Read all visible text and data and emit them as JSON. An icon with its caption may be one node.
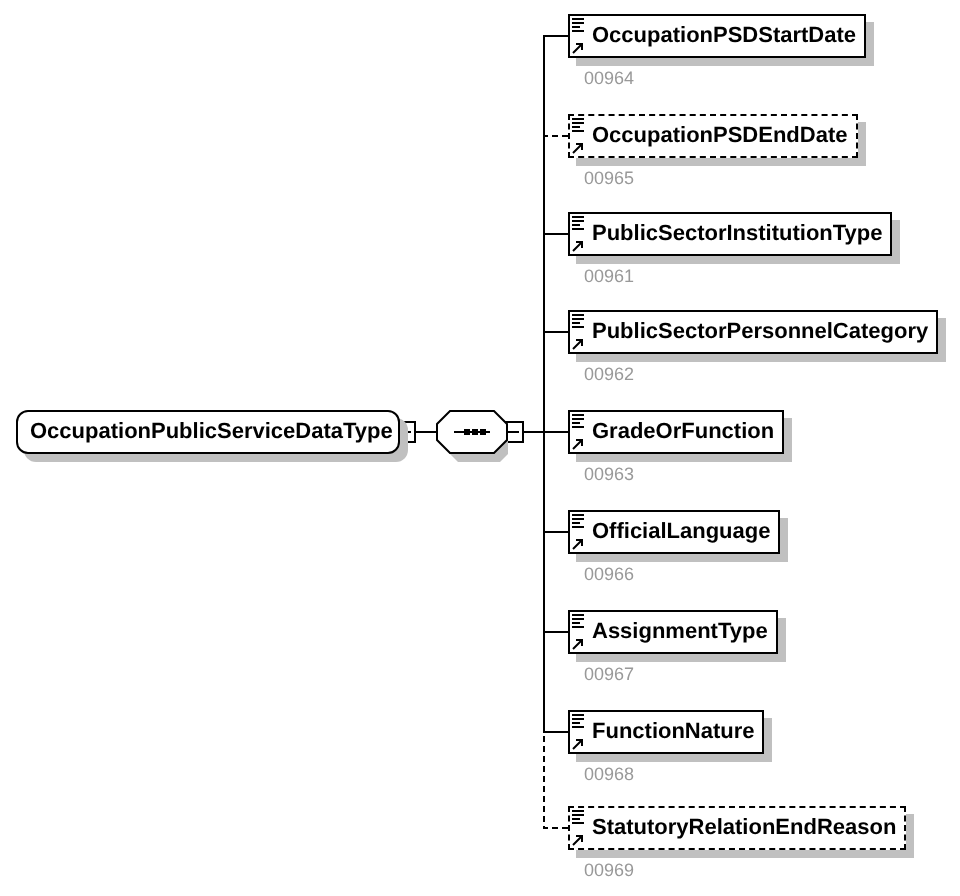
{
  "diagram": {
    "nodes": [
      {
        "text": [
          "OccupationPublicServiceDataType"
        ]
      },
      {
        "text": [],
        "shape": "octagon"
      },
      {
        "text": [
          "OccupationPSDStartDate"
        ],
        "beside": [
          "00964"
        ]
      },
      {
        "text": [
          "OccupationPSDEndDate"
        ],
        "beside": [
          "00965"
        ]
      },
      {
        "text": [
          "PublicSectorInstitutionType"
        ],
        "beside": [
          "00961"
        ]
      },
      {
        "text": [
          "PublicSectorPersonnelCategory"
        ],
        "beside": [
          "00962"
        ]
      },
      {
        "text": [
          "GradeOrFunction"
        ],
        "beside": [
          "00963"
        ]
      },
      {
        "text": [
          "OfficialLanguage"
        ],
        "beside": [
          "00966"
        ]
      },
      {
        "text": [
          "AssignmentType"
        ],
        "beside": [
          "00967"
        ]
      },
      {
        "text": [
          "FunctionNature"
        ],
        "beside": [
          "00968"
        ]
      },
      {
        "text": [
          "StatutoryRelationEndReason"
        ],
        "beside": [
          "00969"
        ]
      }
    ],
    "edges": [
      {
        "from": 0,
        "to": 1,
        "arrow": "other"
      },
      {
        "from": 1,
        "to": 2,
        "arrow": "other"
      },
      {
        "from": 1,
        "to": 3,
        "arrow": "other",
        "style": "dashed"
      },
      {
        "from": 1,
        "to": 4,
        "arrow": "other"
      },
      {
        "from": 1,
        "to": 5,
        "arrow": "other"
      },
      {
        "from": 1,
        "to": 6,
        "arrow": "other"
      },
      {
        "from": 1,
        "to": 7,
        "arrow": "other"
      },
      {
        "from": 1,
        "to": 8,
        "arrow": "other"
      },
      {
        "from": 1,
        "to": 9,
        "arrow": "other"
      },
      {
        "from": 1,
        "to": 10,
        "arrow": "other",
        "style": "dashed"
      }
    ]
  }
}
